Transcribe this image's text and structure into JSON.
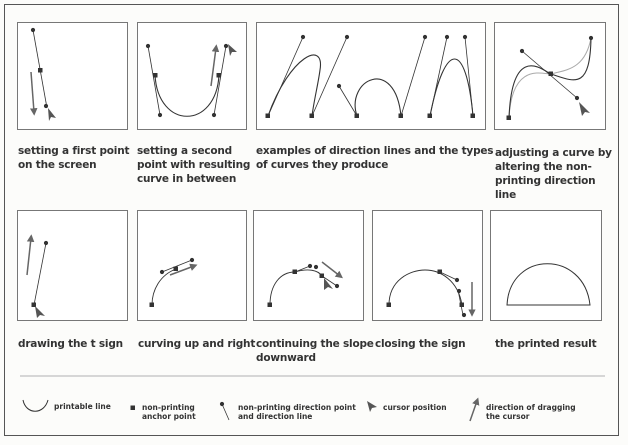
{
  "row1": [
    {
      "caption": "setting a first point\non the screen"
    },
    {
      "caption": "setting a second\npoint with resulting\ncurve in between"
    },
    {
      "caption": "examples of direction lines and the types\nof curves they produce"
    },
    {
      "caption": "adjusting a curve by\naltering the  non-\nprinting direction\nline"
    }
  ],
  "row2": [
    {
      "caption": "drawing the t sign"
    },
    {
      "caption": "curving up and right"
    },
    {
      "caption": "continuing the slope\ndownward"
    },
    {
      "caption": "closing the sign"
    },
    {
      "caption": "the printed result"
    }
  ],
  "legend": {
    "printable_line": "printable line",
    "anchor_point": "non-printing\nanchor point",
    "direction_point": "non-printing direction point\nand direction line",
    "cursor_position": "cursor position",
    "drag_direction": "direction of dragging\nthe cursor"
  },
  "colors": {
    "ink": "#333333",
    "arrow": "#666666",
    "light_curve": "#aaaaaa"
  }
}
